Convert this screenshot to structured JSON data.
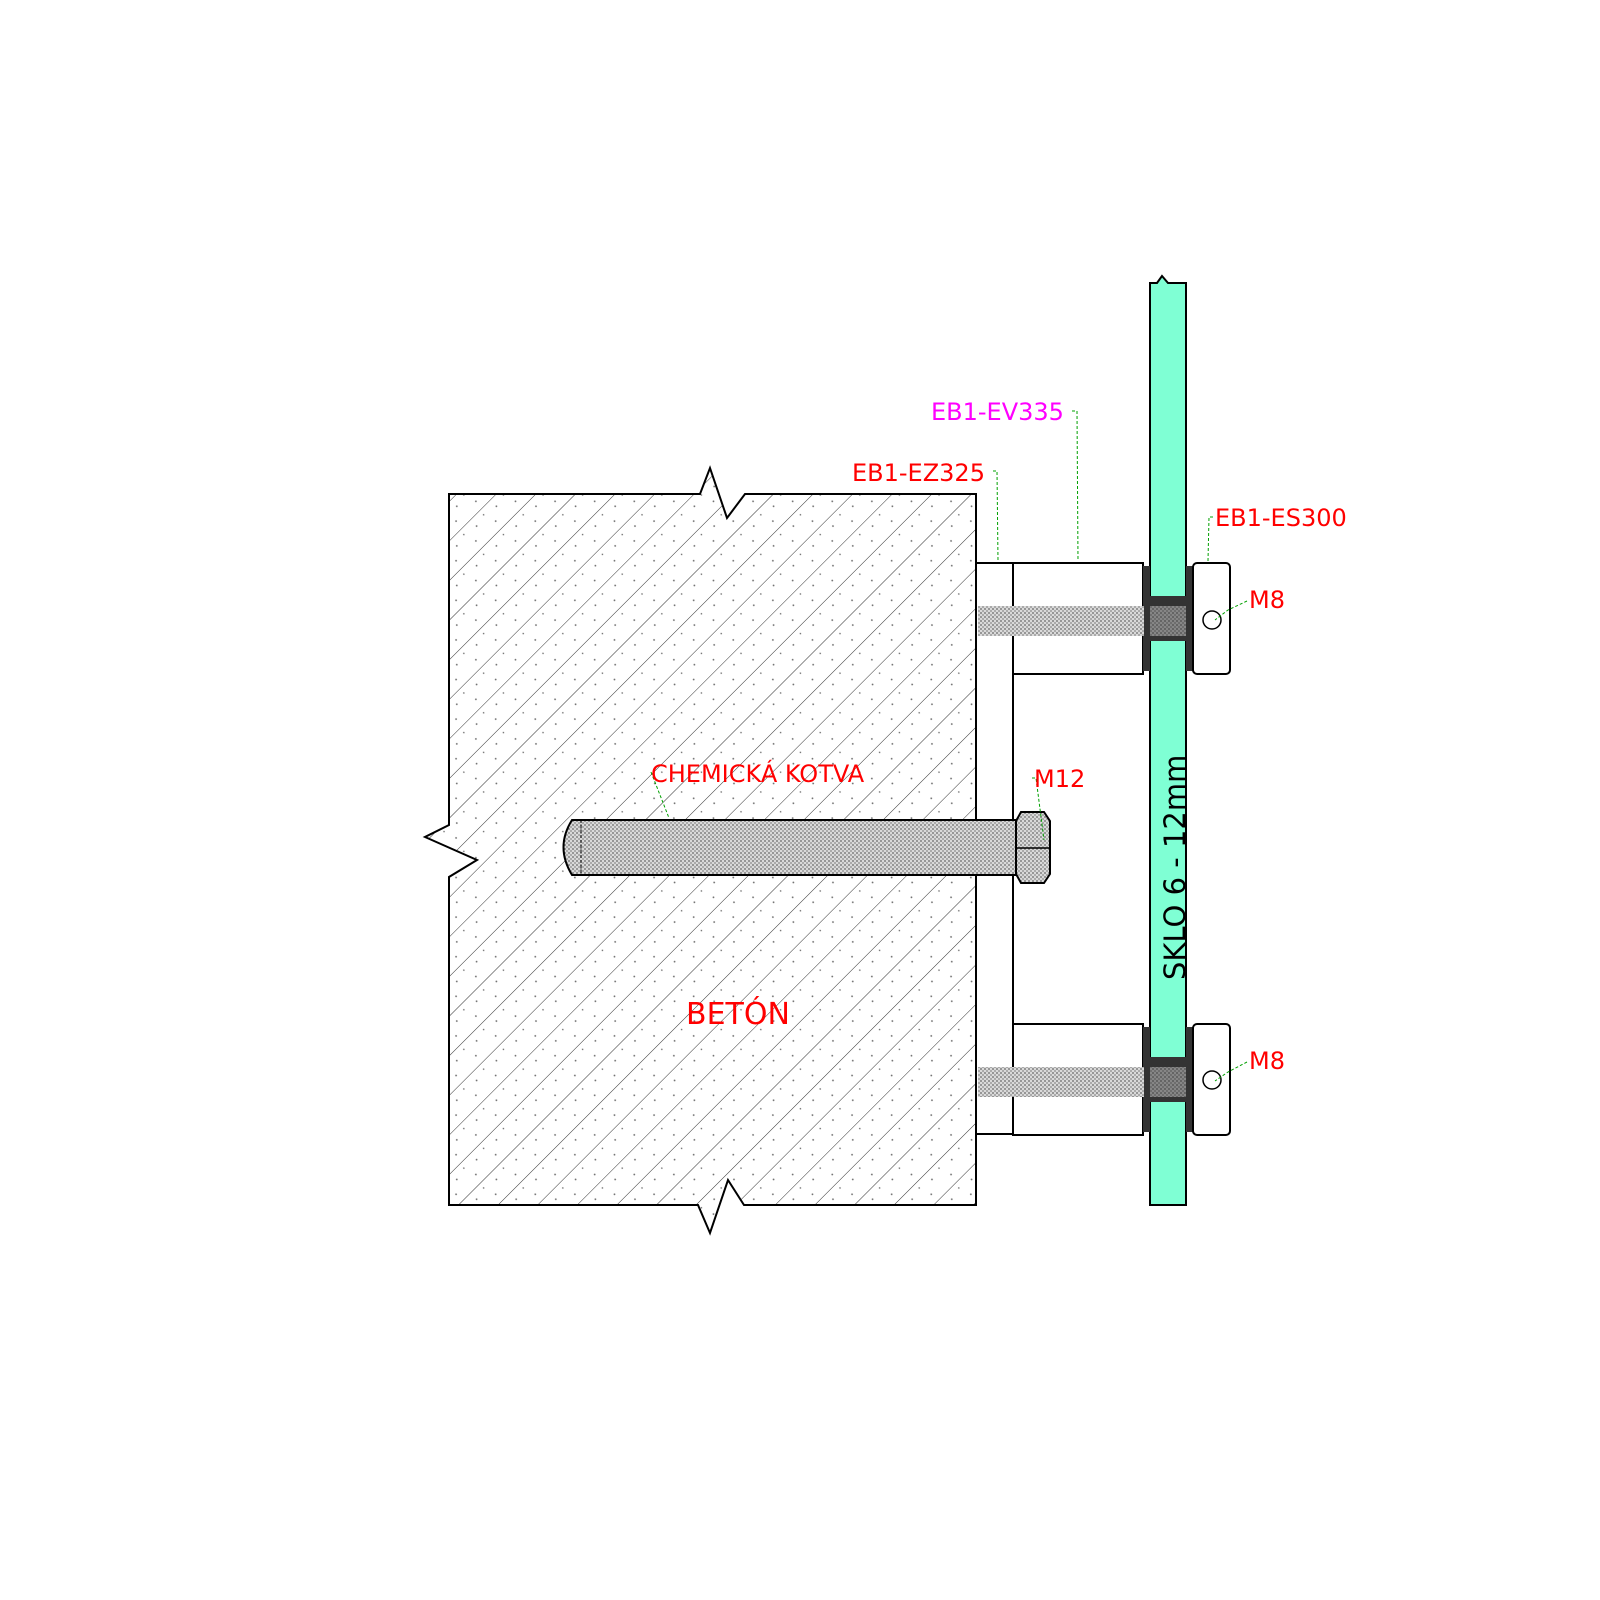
{
  "labels": {
    "standoff_top": "EB1-EV335",
    "spacer_top": "EB1-EZ325",
    "cap_top": "EB1-ES300",
    "bolt_top": "M8",
    "bolt_bottom": "M8",
    "anchor": "CHEMICKÁ KOTVA",
    "anchor_bolt": "M12",
    "concrete": "BETÓN",
    "glass": "SKLO 6 - 12mm"
  },
  "colors": {
    "glass": "#7fffd4",
    "gasket": "#333333",
    "label": "#ff0000",
    "label_standoff": "#ff00ff",
    "leader": "#00a000"
  }
}
